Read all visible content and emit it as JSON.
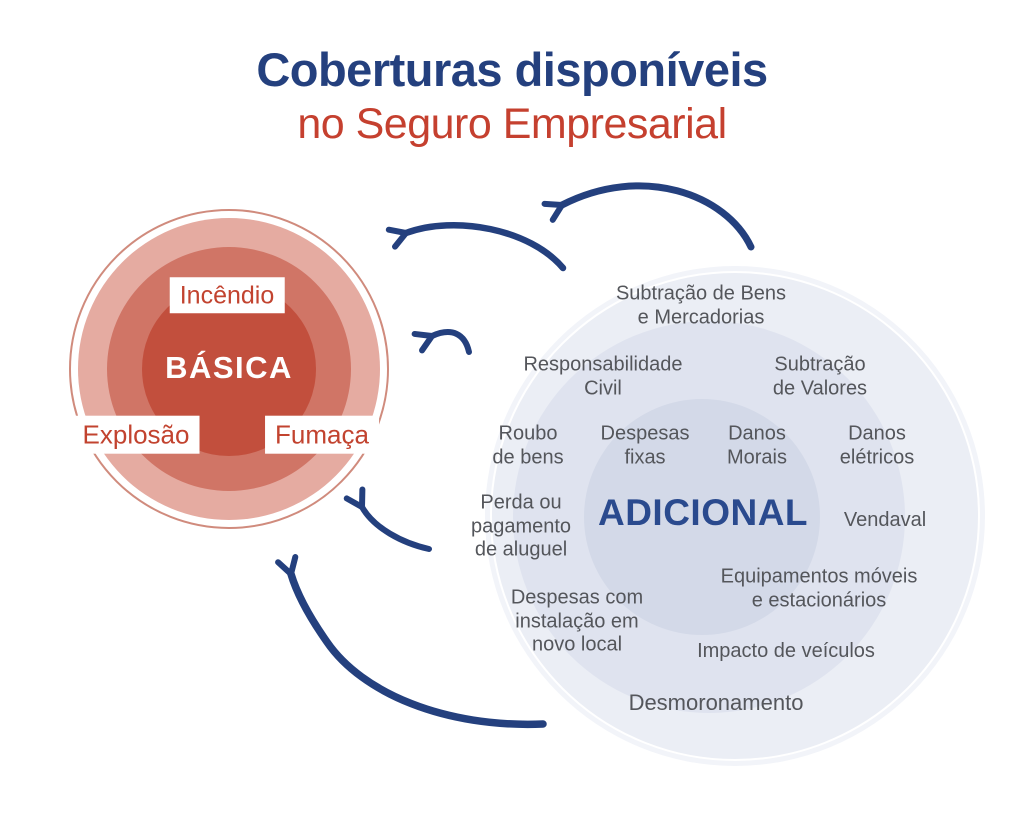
{
  "title": {
    "line1": "Coberturas disponíveis",
    "line2": "no Seguro Empresarial"
  },
  "basic_circle": {
    "center_label": "BÁSICA",
    "items": [
      {
        "label": "Incêndio"
      },
      {
        "label": "Explosão"
      },
      {
        "label": "Fumaça"
      }
    ]
  },
  "additional_circle": {
    "center_label": "ADICIONAL",
    "items": [
      {
        "label": "Subtração de Bens\ne Mercadorias"
      },
      {
        "label": "Responsabilidade\nCivil"
      },
      {
        "label": "Subtração\nde Valores"
      },
      {
        "label": "Roubo\nde bens"
      },
      {
        "label": "Despesas\nfixas"
      },
      {
        "label": "Danos\nMorais"
      },
      {
        "label": "Danos\nelétricos"
      },
      {
        "label": "Perda ou\npagamento\nde aluguel"
      },
      {
        "label": "Vendaval"
      },
      {
        "label": "Equipamentos móveis\ne estacionários"
      },
      {
        "label": "Despesas com\ninstalação em\nnovo local"
      },
      {
        "label": "Impacto de veículos"
      },
      {
        "label": "Desmoronamento"
      }
    ]
  },
  "colors": {
    "title_blue": "#24407e",
    "title_red": "#c5402f",
    "arrow_blue": "#24407e",
    "basic_ring": "#d08b7d",
    "basic_outer": "#e5aba1",
    "basic_mid": "#d07566",
    "basic_inner": "#c24f3d",
    "basic_label_red": "#c2432f",
    "additional_outer": "#ebeef5",
    "additional_mid": "#dfe3ef",
    "additional_inner": "#d3d9e8",
    "additional_center_blue": "#2a4a8e",
    "additional_text": "#54565b"
  }
}
